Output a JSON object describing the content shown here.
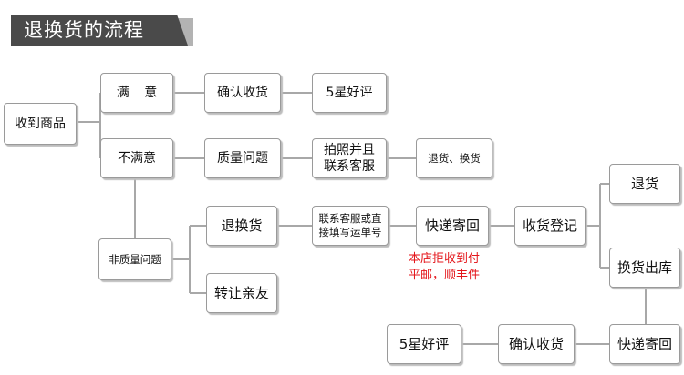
{
  "header": {
    "title": "退换货的流程"
  },
  "nodes": {
    "receive_goods": "收到商品",
    "satisfied": "满  意",
    "confirm_receipt_1": "确认收货",
    "five_star_1": "5星好评",
    "unsatisfied": "不满意",
    "quality_issue": "质量问题",
    "photo_contact": "拍照并且\n联系客服",
    "return_exchange_1": "退货、换货",
    "non_quality_issue": "非质量问题",
    "return_exchange_2": "退换货",
    "transfer_friends": "转让亲友",
    "contact_fill": "联系客服或直\n接填写运单号",
    "express_send_1": "快递寄回",
    "receipt_register": "收货登记",
    "return_goods": "退货",
    "exchange_out": "换货出库",
    "express_send_2": "快递寄回",
    "confirm_receipt_2": "确认收货",
    "five_star_2": "5星好评"
  },
  "note": "本店拒收到付\n平邮，顺丰件",
  "colors": {
    "header_bg": "#4a4a4a",
    "header_shadow": "#b3b3b3",
    "line": "#a8a8a8",
    "note": "#e4161b"
  }
}
